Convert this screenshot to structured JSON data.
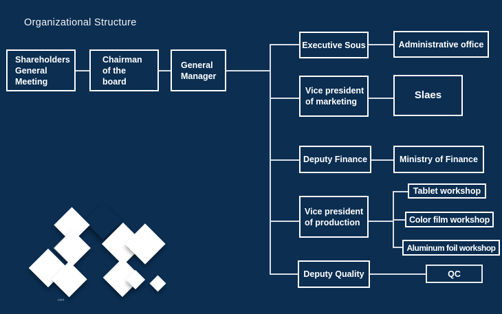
{
  "title": "Organizational Structure",
  "colors": {
    "background": "#0b2e51",
    "border": "#ffffff",
    "connector": "#d9dfe6"
  },
  "nodes": {
    "shareholders": "Shareholders\nGeneral\nMeeting",
    "chairman": "Chairman\nof the\nboard",
    "general_manager": "General\nManager",
    "executive_sous": "Executive Sous",
    "administrative_office": "Administrative office",
    "vp_marketing": "Vice president\nof marketing",
    "sales": "Slaes",
    "deputy_finance": "Deputy Finance",
    "ministry_finance": "Ministry of Finance",
    "vp_production": "Vice president\nof production",
    "tablet_workshop": "Tablet workshop",
    "color_film_workshop": "Color film workshop",
    "aluminum_foil_workshop": "Aluminum foil workshop",
    "deputy_quality": "Deputy Quality",
    "qc": "QC"
  },
  "watermark": "com"
}
